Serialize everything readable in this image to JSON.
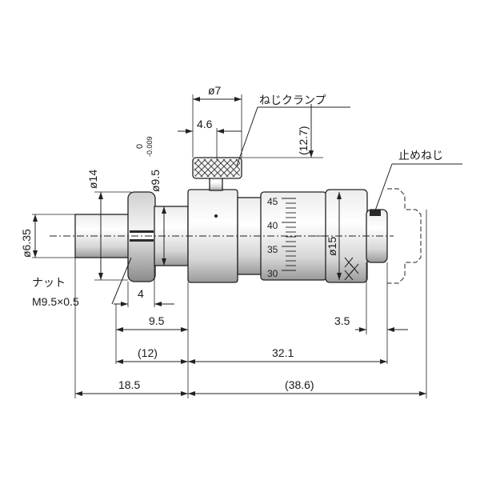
{
  "labels": {
    "dia_6_35": "ø6.35",
    "dia_14": "ø14",
    "dia_9_5": "ø9.5",
    "tol_upper": "0",
    "tol_lower": "-0.009",
    "dia_7": "ø7",
    "len_4_6": "4.6",
    "len_12_7": "(12.7)",
    "screw_clamp": "ねじクランプ",
    "stop_screw": "止めねじ",
    "nut": "ナット",
    "nut_thread": "M9.5×0.5",
    "len_4": "4",
    "len_9_5": "9.5",
    "len_3_5": "3.5",
    "len_12": "(12)",
    "len_32_1": "32.1",
    "len_18_5": "18.5",
    "len_38_6": "(38.6)",
    "dia_15": "ø15"
  },
  "scale": [
    "45",
    "40",
    "35",
    "30"
  ]
}
